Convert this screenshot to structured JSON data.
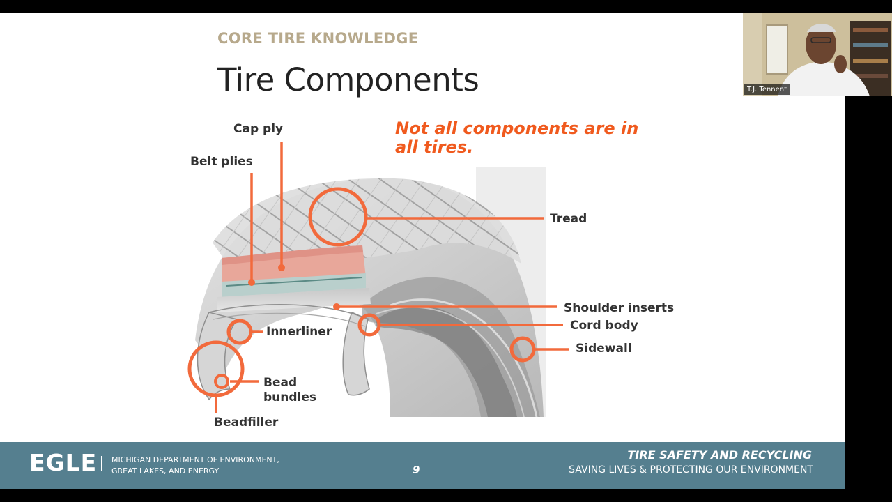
{
  "slide": {
    "kicker": "CORE TIRE KNOWLEDGE",
    "title": "Tire Components",
    "note": "Not all components are in all tires.",
    "labels": {
      "cap_ply": "Cap ply",
      "belt_plies": "Belt plies",
      "tread": "Tread",
      "shoulder_inserts": "Shoulder inserts",
      "cord_body": "Cord body",
      "sidewall": "Sidewall",
      "innerliner": "Innerliner",
      "bead_line1": "Bead",
      "bead_line2": "bundles",
      "beadfiller": "Beadfiller"
    },
    "accent_color": "#f26a3c"
  },
  "footer": {
    "logo": "EGLE",
    "dept_line1": "MICHIGAN DEPARTMENT OF ENVIRONMENT,",
    "dept_line2": "GREAT LAKES, AND ENERGY",
    "page_number": "9",
    "tagline1": "TIRE SAFETY AND RECYCLING",
    "tagline2": "SAVING LIVES & PROTECTING OUR ENVIRONMENT",
    "background_color": "#557f8f"
  },
  "webcam": {
    "participant_name": "T.J. Tennent"
  }
}
